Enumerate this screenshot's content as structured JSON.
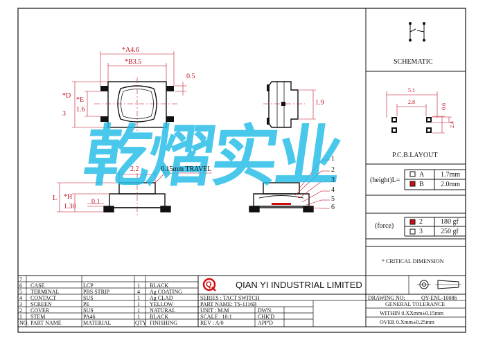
{
  "watermark": "乾熠实业",
  "colors": {
    "dimension": "#c01020",
    "watermark": "#22bde8",
    "line": "#111111",
    "accent_red": "#d01010"
  },
  "top_view": {
    "a_dim": "*A4.6",
    "b_dim": "*B3.5",
    "gap": "0.5",
    "d_dim": "*D",
    "d_val": "3",
    "e_dim": "*E",
    "e_val": "1.6"
  },
  "side_view": {
    "height": "1.9"
  },
  "front_view": {
    "width": "2.2",
    "travel": "0.15mm TRAVEL",
    "l": "L",
    "h": "*H",
    "h_val": "1.30",
    "t": "0.1"
  },
  "section_callouts": [
    "1",
    "2",
    "3",
    "4",
    "5",
    "6"
  ],
  "schematic": {
    "label": "SCHEMATIC"
  },
  "pcb": {
    "label": "P.C.B.LAYOUT",
    "w_outer": "5.1",
    "w_inner": "2.8",
    "pad": "0.6",
    "h": "2.4"
  },
  "height_table": {
    "label": "(height)L=",
    "rows": [
      {
        "code": "A",
        "value": "1.7mm"
      },
      {
        "code": "B",
        "value": "2.0mm"
      }
    ]
  },
  "force_table": {
    "label": "(force)",
    "rows": [
      {
        "code": "2",
        "value": "180 gf"
      },
      {
        "code": "3",
        "value": "250 gf"
      }
    ]
  },
  "critical": "* CRITICAL  DIMENSION",
  "bom": {
    "rows": [
      {
        "no": "7",
        "name": "",
        "material": "",
        "qty": "",
        "finish": ""
      },
      {
        "no": "6",
        "name": "CASE",
        "material": "LCP",
        "qty": "1",
        "finish": "BLACK"
      },
      {
        "no": "5",
        "name": "TERMINAL",
        "material": "PBS STRIP",
        "qty": "4",
        "finish": "Ag COATING"
      },
      {
        "no": "4",
        "name": "CONTACT",
        "material": "SUS",
        "qty": "1",
        "finish": "Ag CLAD"
      },
      {
        "no": "3",
        "name": "SCREEN",
        "material": "PE",
        "qty": "1",
        "finish": "YELLOW"
      },
      {
        "no": "2",
        "name": "COVER",
        "material": "SUS",
        "qty": "1",
        "finish": "NATURAL"
      },
      {
        "no": "1",
        "name": "STEM",
        "material": "PA46",
        "qty": "1",
        "finish": "BLACK"
      }
    ],
    "header": {
      "no": "NO.",
      "name": "PART NAME",
      "material": "MATERIAL",
      "qty": "QTY",
      "finish": "FINISHING"
    }
  },
  "title_block": {
    "logo": "Q",
    "company": "QIAN YI INDUSTRIAL LIMITED",
    "series": "SERIES : TACT SWITCH",
    "part_name": "PART NAME: TS-1116B",
    "unit": "UNIT : M.M",
    "dwn": "DWN.",
    "scale": "SCALE : 10:1",
    "chkd": "CHK'D",
    "rev": "REV  : A/0",
    "appd": "APP'D",
    "drawing_no": "DRAWING NO:",
    "drawing_val": "QY-ENL-10086",
    "tolerance": "GENERAL TOLERANCE",
    "within": "WITHIN 0.XXmm±0.15mm",
    "over": "OVER   0.Xmm±0.25mm"
  }
}
